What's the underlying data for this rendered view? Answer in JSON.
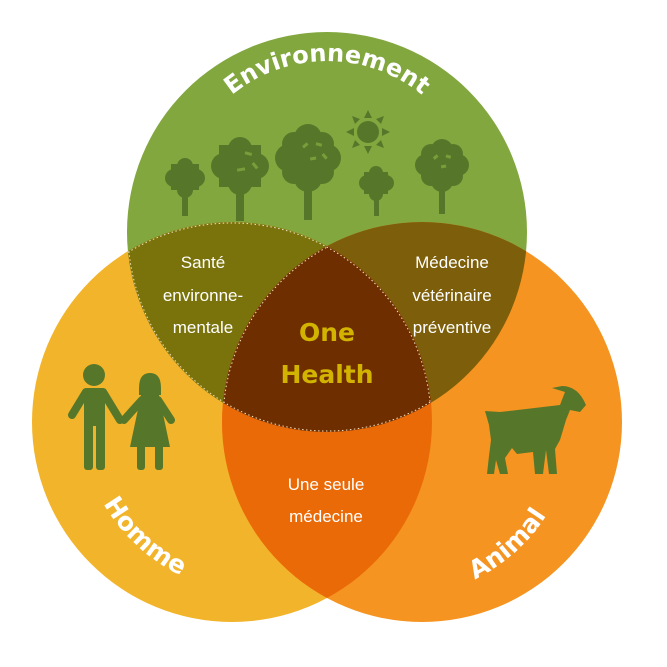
{
  "title": "One Health",
  "colors": {
    "environnement": "#82A73F",
    "homme": "#F2B42A",
    "animal": "#F59420",
    "env_homme": "#7A730C",
    "env_animal": "#7D5E0A",
    "homme_animal": "#EB6A08",
    "center": "#6E2E00",
    "center_text": "#D2B400",
    "icon": "#56772A",
    "label": "#FFFFFF"
  },
  "circles": [
    {
      "key": "environnement",
      "label": "Environnement",
      "icon": "trees-and-sun-icon"
    },
    {
      "key": "homme",
      "label": "Homme",
      "icon": "people-icon"
    },
    {
      "key": "animal",
      "label": "Animal",
      "icon": "sheep-icon"
    }
  ],
  "intersections": {
    "env_homme": {
      "lines": [
        "Santé",
        "environne-",
        "mentale"
      ]
    },
    "env_animal": {
      "lines": [
        "Médecine",
        "vétérinaire",
        "préventive"
      ]
    },
    "homme_animal": {
      "lines": [
        "Une seule",
        "médecine"
      ]
    },
    "center": {
      "lines": [
        "One",
        "Health"
      ]
    }
  }
}
